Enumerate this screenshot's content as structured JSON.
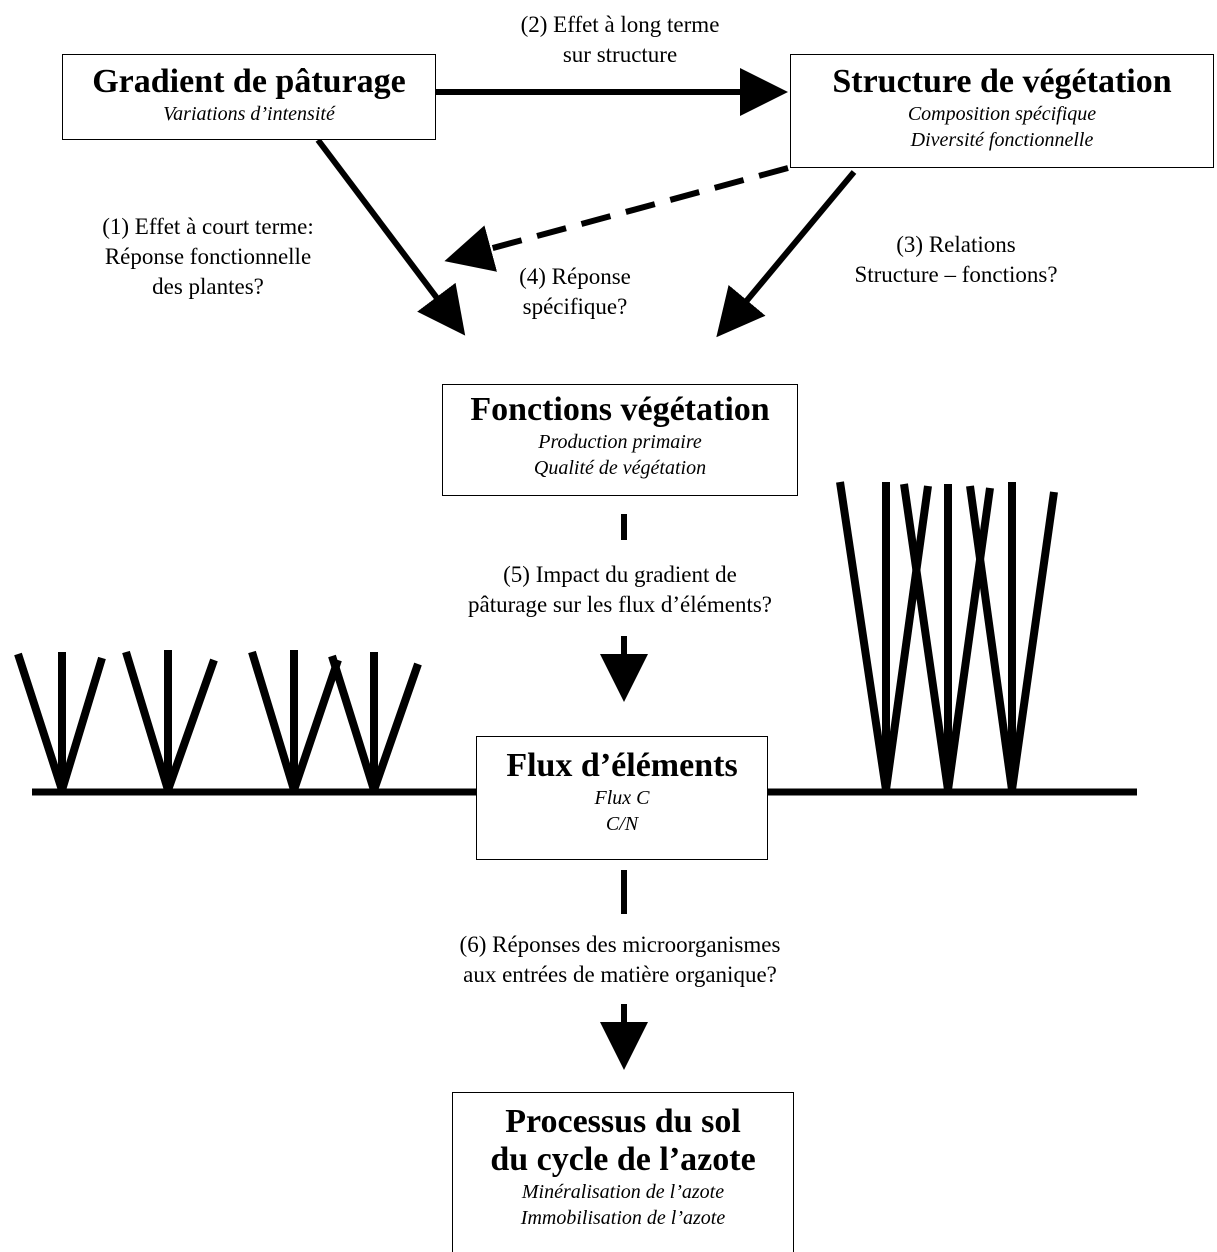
{
  "boxes": {
    "grazing": {
      "title": "Gradient de pâturage",
      "subtitles": [
        "Variations d’intensité"
      ]
    },
    "structure": {
      "title": "Structure de végétation",
      "subtitles": [
        "Composition spécifique",
        "Diversité fonctionnelle"
      ]
    },
    "functions": {
      "title": "Fonctions végétation",
      "subtitles": [
        "Production primaire",
        "Qualité de végétation"
      ]
    },
    "fluxes": {
      "title": "Flux d’éléments",
      "subtitles": [
        "Flux C",
        "C/N"
      ]
    },
    "soil": {
      "title_lines": [
        "Processus du sol",
        "du cycle de l’azote"
      ],
      "subtitles": [
        "Minéralisation de l’azote",
        "Immobilisation de l’azote"
      ]
    }
  },
  "labels": {
    "l1": [
      "(1) Effet à court terme:",
      "Réponse fonctionnelle",
      "des plantes?"
    ],
    "l2": [
      "(2) Effet à long terme",
      "sur structure"
    ],
    "l3": [
      "(3) Relations",
      "Structure – fonctions?"
    ],
    "l4": [
      "(4) Réponse",
      "spécifique?"
    ],
    "l5": [
      "(5) Impact du gradient de",
      "pâturage sur les flux d’éléments?"
    ],
    "l6": [
      "(6) Réponses des microorganismes",
      "aux entrées de matière organique?"
    ]
  }
}
